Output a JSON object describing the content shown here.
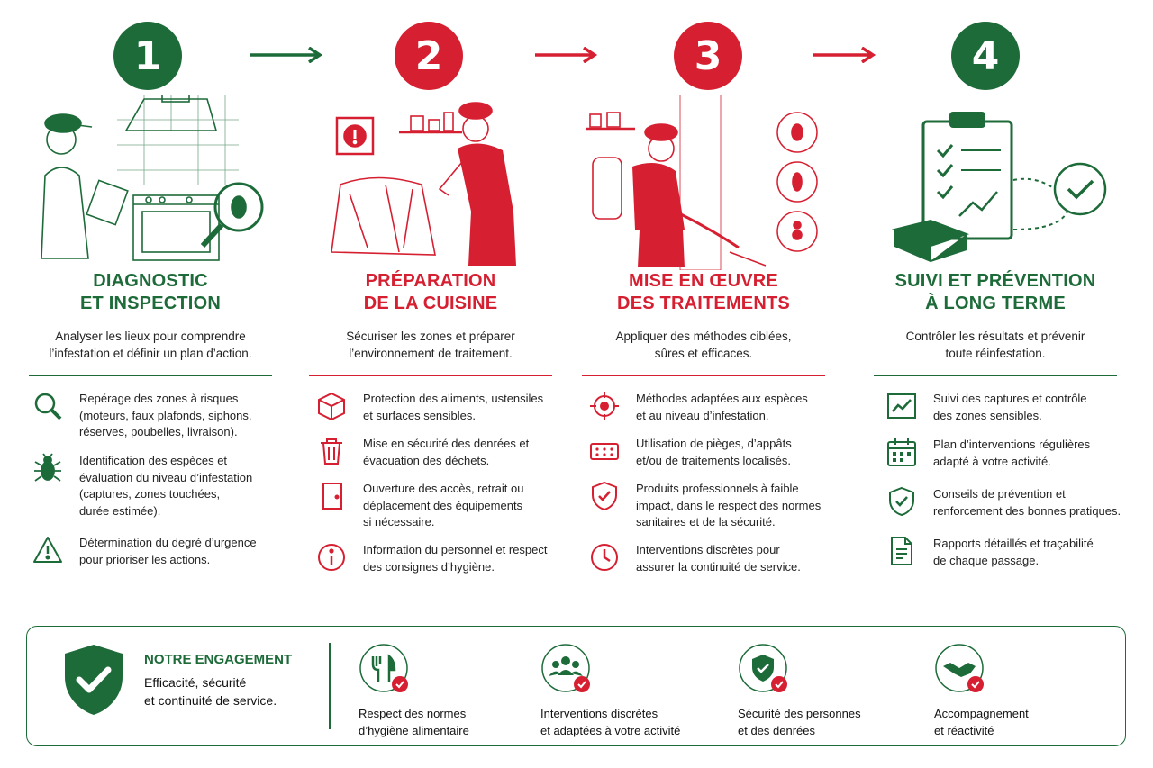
{
  "colors": {
    "green": "#1e6b3a",
    "red": "#d62032"
  },
  "steps": [
    {
      "number": "1",
      "title_line1": "DIAGNOSTIC",
      "title_line2": "ET INSPECTION",
      "subtitle": "Analyser les lieux pour comprendre\nl’infestation et définir un plan d’action.",
      "color": "green"
    },
    {
      "number": "2",
      "title_line1": "PRÉPARATION",
      "title_line2": "DE LA CUISINE",
      "subtitle": "Sécuriser les zones et préparer\nl’environnement de traitement.",
      "color": "red"
    },
    {
      "number": "3",
      "title_line1": "MISE EN ŒUVRE",
      "title_line2": "DES TRAITEMENTS",
      "subtitle": "Appliquer des méthodes ciblées,\nsûres et efficaces.",
      "color": "red"
    },
    {
      "number": "4",
      "title_line1": "SUIVI ET PRÉVENTION",
      "title_line2": "À LONG TERME",
      "subtitle": "Contrôler les résultats et prévenir\ntoute réinfestation.",
      "color": "green"
    }
  ],
  "col1_items": [
    {
      "icon": "magnifier-icon",
      "text": "Repérage des zones à risques\n(moteurs, faux plafonds, siphons,\nréserves, poubelles, livraison)."
    },
    {
      "icon": "bug-icon",
      "text": "Identification des espèces et\névaluation du niveau d’infestation\n(captures, zones touchées,\ndurée estimée)."
    },
    {
      "icon": "warning-icon",
      "text": "Détermination du degré d’urgence\npour prioriser les actions."
    }
  ],
  "col2_items": [
    {
      "icon": "box-icon",
      "text": "Protection des aliments, ustensiles\net surfaces sensibles."
    },
    {
      "icon": "trash-icon",
      "text": "Mise en sécurité des denrées et\névacuation des déchets."
    },
    {
      "icon": "door-icon",
      "text": "Ouverture des accès, retrait ou\ndéplacement des équipements\nsi nécessaire."
    },
    {
      "icon": "info-icon",
      "text": "Information du personnel et respect\ndes consignes d’hygiène."
    }
  ],
  "col3_items": [
    {
      "icon": "target-icon",
      "text": "Méthodes adaptées aux espèces\net au niveau d’infestation."
    },
    {
      "icon": "trap-icon",
      "text": "Utilisation de pièges, d’appâts\net/ou de traitements localisés."
    },
    {
      "icon": "shield-check-icon",
      "text": "Produits professionnels à faible\nimpact, dans le respect des normes\nsanitaires et de la sécurité."
    },
    {
      "icon": "clock-icon",
      "text": "Interventions discrètes pour\nassurer la continuité de service."
    }
  ],
  "col4_items": [
    {
      "icon": "chart-icon",
      "text": "Suivi des captures et contrôle\ndes zones sensibles."
    },
    {
      "icon": "calendar-icon",
      "text": "Plan d’interventions régulières\nadapté à votre activité."
    },
    {
      "icon": "shield-check-icon",
      "text": "Conseils de prévention et\nrenforcement des bonnes pratiques."
    },
    {
      "icon": "document-icon",
      "text": "Rapports détaillés et traçabilité\nde chaque passage."
    }
  ],
  "engagement": {
    "title": "NOTRE ENGAGEMENT",
    "subtitle": "Efficacité, sécurité\net continuité de service.",
    "items": [
      {
        "icon": "cutlery-icon",
        "text": "Respect des normes\nd’hygiène alimentaire"
      },
      {
        "icon": "team-icon",
        "text": "Interventions discrètes\net adaptées à votre activité"
      },
      {
        "icon": "shield-icon",
        "text": "Sécurité des personnes\net des denrées"
      },
      {
        "icon": "handshake-icon",
        "text": "Accompagnement\net réactivité"
      }
    ]
  }
}
